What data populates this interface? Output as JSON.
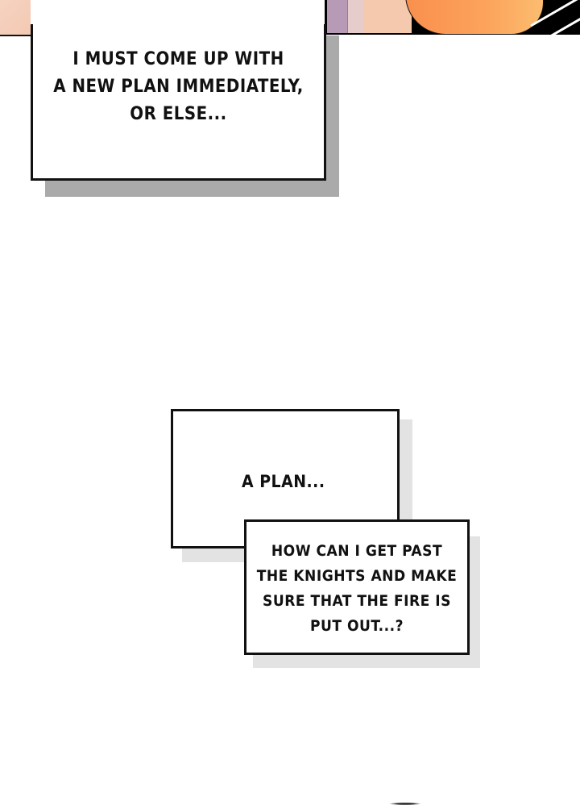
{
  "panel_top": {
    "description": "partial comic art: skin tones, lace fabric, orange hair, black background with white speed lines"
  },
  "caption_1": {
    "lines": [
      "I MUST COME UP WITH",
      "A NEW PLAN IMMEDIATELY,",
      "OR ELSE..."
    ]
  },
  "caption_2": {
    "lines": [
      "A PLAN..."
    ]
  },
  "caption_3": {
    "lines": [
      "HOW CAN I GET PAST",
      "THE KNIGHTS AND MAKE",
      "SURE THAT THE FIRE IS",
      "PUT OUT...?"
    ]
  },
  "colors": {
    "box_border": "#111111",
    "shadow_dark": "#aaaaaa",
    "shadow_light": "#e3e3e3",
    "hair_orange": "#fb9a55"
  }
}
